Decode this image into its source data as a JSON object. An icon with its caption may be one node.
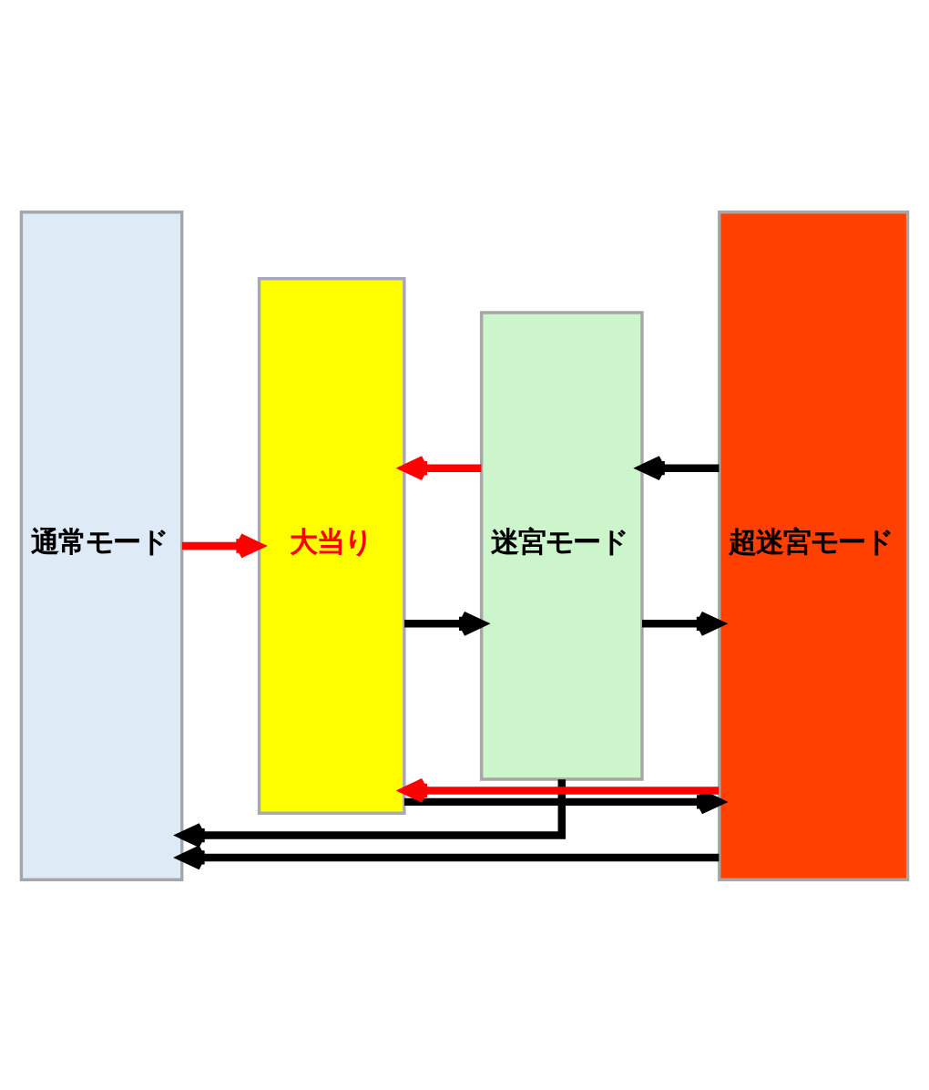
{
  "diagram": {
    "nodes": [
      {
        "text": [
          "通常モード"
        ]
      },
      {
        "text": [
          "大当り"
        ]
      },
      {
        "text": [
          "迷宮モード"
        ]
      },
      {
        "text": [
          "超迷宮モード"
        ]
      }
    ],
    "edges": [
      {
        "from": 1,
        "to": 3,
        "arrow": "to"
      },
      {
        "from": 3,
        "to": 1,
        "arrow": "to",
        "color": "#ff0000"
      },
      {
        "from": 0,
        "to": 1,
        "arrow": "to",
        "color": "#ff0000"
      },
      {
        "from": 2,
        "to": 1,
        "arrow": "to",
        "color": "#ff0000"
      },
      {
        "from": 3,
        "to": 2,
        "arrow": "to"
      },
      {
        "from": 1,
        "to": 2,
        "arrow": "to"
      },
      {
        "from": 2,
        "to": 3,
        "arrow": "to"
      },
      {
        "from": 2,
        "to": 0,
        "arrow": "to"
      },
      {
        "from": 3,
        "to": 0,
        "arrow": "to"
      }
    ]
  }
}
